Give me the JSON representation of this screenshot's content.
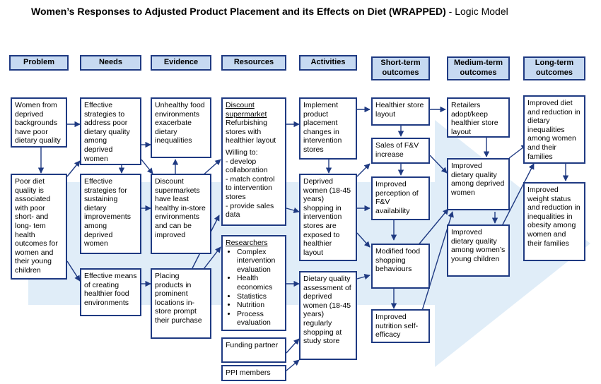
{
  "title": {
    "main": "Women’s Responses to Adjusted Product Placement and its Effects on Diet (WRAPPED)",
    "suffix": " - Logic Model"
  },
  "headers": {
    "problem": "Problem",
    "needs": "Needs",
    "evidence": "Evidence",
    "resources": "Resources",
    "activities": "Activities",
    "short_term": "Short-term outcomes",
    "medium_term": "Medium-term outcomes",
    "long_term": "Long-term outcomes"
  },
  "problem": {
    "p1": "Women from deprived backgrounds have poor dietary quality",
    "p2": "Poor diet quality is associated with poor short- and long- tem health outcomes for women and their young children"
  },
  "needs": {
    "n1": "Effective strategies to address poor dietary quality among deprived women",
    "n2": "Effective strategies for sustaining dietary improvements among deprived women",
    "n3": "Effective means of creating healthier food environments"
  },
  "evidence": {
    "e1": "Unhealthy food environments exacerbate dietary inequalities",
    "e2": "Discount supermarkets have least healthy in-store environments and can be improved",
    "e3": "Placing products in prominent locations in-store prompt their purchase"
  },
  "resources": {
    "discount_title": "Discount supermarket",
    "discount_text": "Refurbishing stores with healthier layout",
    "willing_text": "Willing to:\n- develop collaboration\n- match control to intervention stores\n- provide sales data",
    "researchers_title": "Researchers",
    "researchers_items": [
      "Complex intervention evaluation",
      "Health economics",
      "Statistics",
      "Nutrition",
      "Process evaluation"
    ],
    "funding": "Funding partner",
    "ppi": "PPI members"
  },
  "activities": {
    "a1": "Implement product placement changes in intervention stores",
    "a2": "Deprived women (18-45 years) shopping in intervention stores are exposed to healthier layout",
    "a3": "Dietary quality assessment of deprived women (18-45 years) regularly shopping at study store"
  },
  "short_term": {
    "s1": "Healthier store layout",
    "s2": "Sales of F&V increase",
    "s3": "Improved perception of F&V availability",
    "s4": "Modified food shopping behaviours",
    "s5": "Improved nutrition self-efficacy"
  },
  "medium_term": {
    "m1": "Retailers adopt/keep healthier store layout",
    "m2": "Improved dietary quality among deprived women",
    "m3": "Improved dietary quality among women’s young children"
  },
  "long_term": {
    "l1": "Improved diet and reduction in dietary inequalities among women and their families",
    "l2": "Improved weight status and reduction in inequalities in obesity among women and their families"
  },
  "colors": {
    "border": "#1f3a82",
    "header_fill": "#c6d9f1",
    "background_arrow": "#dbeaf7"
  }
}
